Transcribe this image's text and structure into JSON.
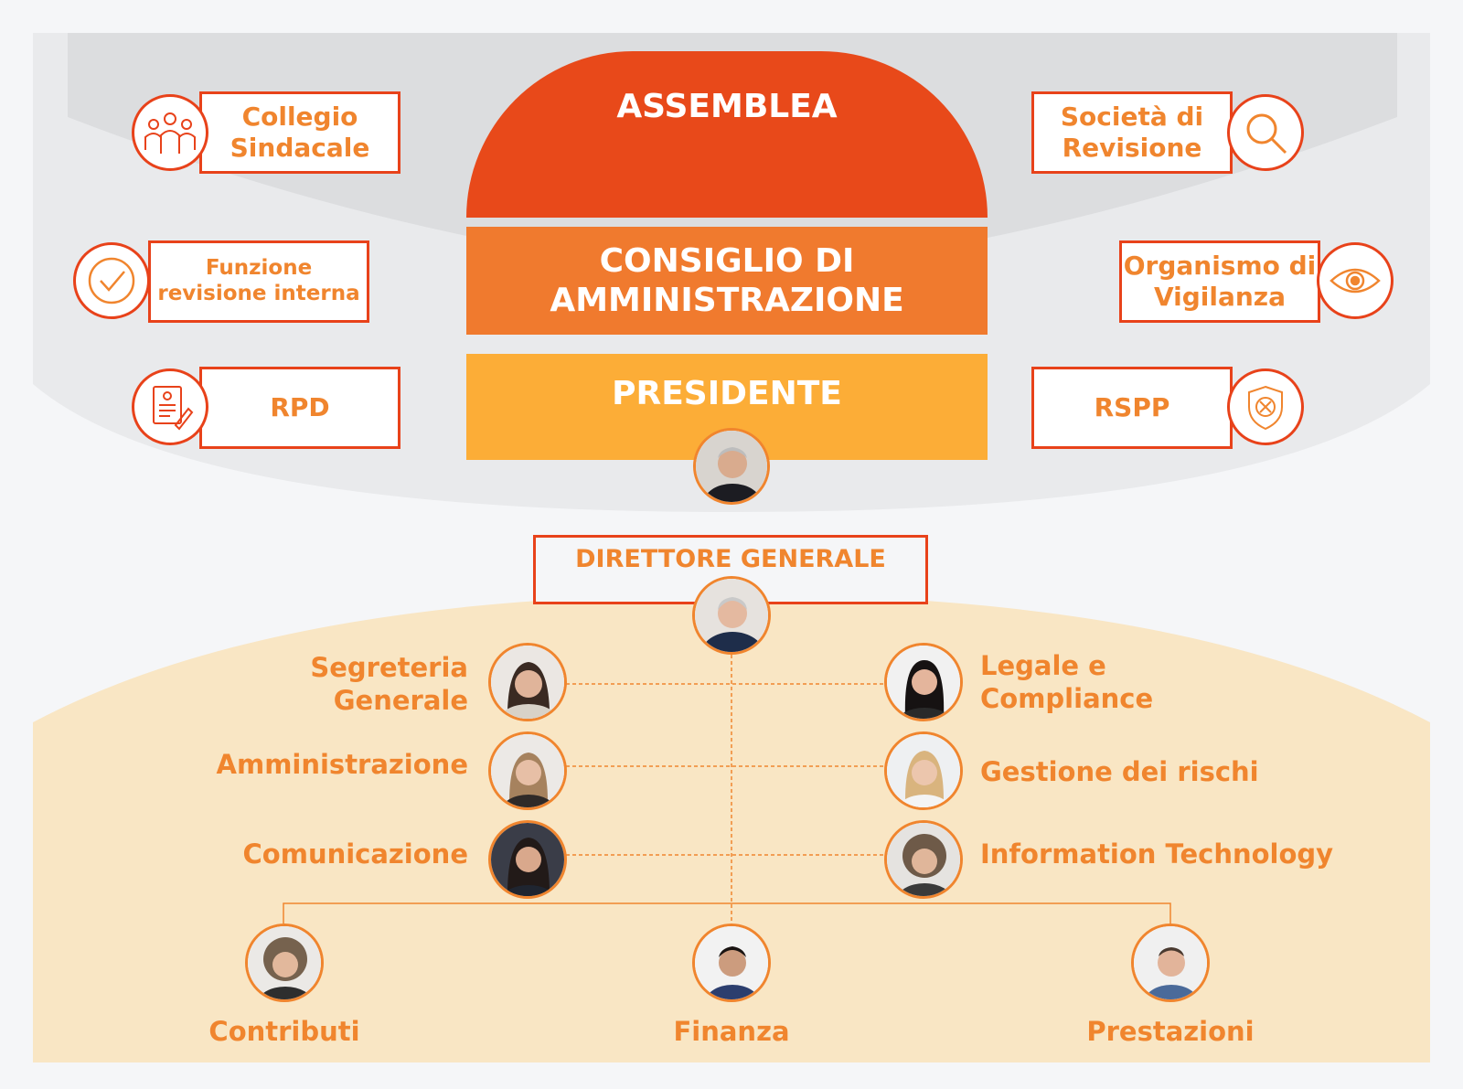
{
  "governance": {
    "assemblea": "ASSEMBLEA",
    "consiglio": "CONSIGLIO DI AMMINISTRAZIONE",
    "presidente": "PRESIDENTE"
  },
  "left_boxes": {
    "collegio": "Collegio Sindacale",
    "funzione": "Funzione revisione interna",
    "rpd": "RPD"
  },
  "right_boxes": {
    "societa": "Società di Revisione",
    "organismo": "Organismo di Vigilanza",
    "rspp": "RSPP"
  },
  "icons": {
    "collegio": "people-group-icon",
    "funzione": "checkmark-icon",
    "rpd": "document-signature-icon",
    "societa": "magnifier-icon",
    "organismo": "eye-icon",
    "rspp": "shield-x-icon"
  },
  "direttore": {
    "title": "DIRETTORE GENERALE"
  },
  "units_left": {
    "segreteria": "Segreteria Generale",
    "amministrazione": "Amministrazione",
    "comunicazione": "Comunicazione"
  },
  "units_right": {
    "legale": "Legale e Compliance",
    "rischi": "Gestione dei rischi",
    "it": "Information Technology"
  },
  "units_bottom": {
    "contributi": "Contributi",
    "finanza": "Finanza",
    "prestazioni": "Prestazioni"
  },
  "colors": {
    "assemblea": "#e8491a",
    "consiglio": "#f07a2e",
    "presidente": "#fcad37",
    "border": "#e8421a",
    "text": "#f0852e",
    "lower_bg": "#f9e6c4",
    "upper_bg": "#e9eaec"
  }
}
